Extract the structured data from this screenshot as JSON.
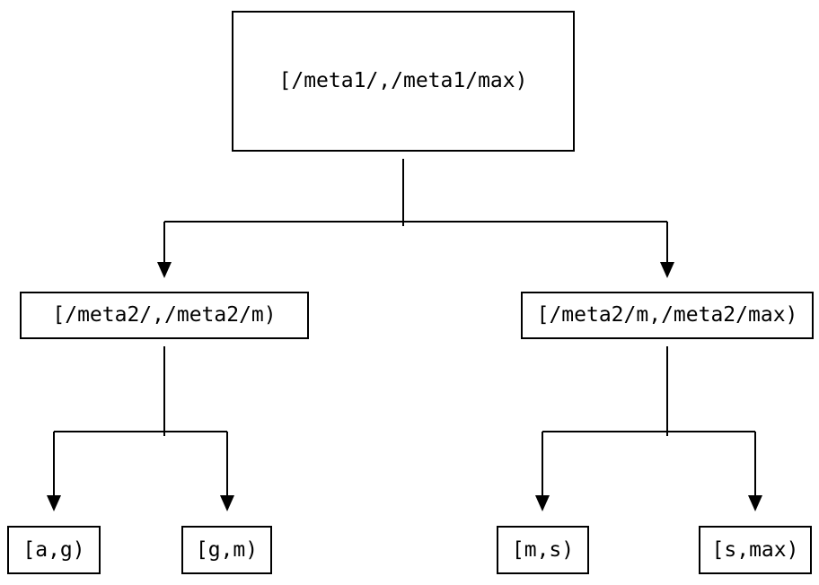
{
  "diagram": {
    "type": "interval-partition-tree",
    "background_color": "#ffffff",
    "line_color": "#000000",
    "box_border_color": "#000000",
    "text_color": "#000000",
    "nodes": [
      {
        "id": "root",
        "label": "[/meta1/,/meta1/max)"
      },
      {
        "id": "left",
        "label": "[/meta2/,/meta2/m)"
      },
      {
        "id": "right",
        "label": "[/meta2/m,/meta2/max)"
      },
      {
        "id": "left-left",
        "label": "[a,g)"
      },
      {
        "id": "left-right",
        "label": "[g,m)"
      },
      {
        "id": "right-left",
        "label": "[m,s)"
      },
      {
        "id": "right-right",
        "label": "[s,max)"
      }
    ],
    "edges": [
      {
        "from": "root",
        "to": "left"
      },
      {
        "from": "root",
        "to": "right"
      },
      {
        "from": "left",
        "to": "left-left"
      },
      {
        "from": "left",
        "to": "left-right"
      },
      {
        "from": "right",
        "to": "right-left"
      },
      {
        "from": "right",
        "to": "right-right"
      }
    ]
  }
}
